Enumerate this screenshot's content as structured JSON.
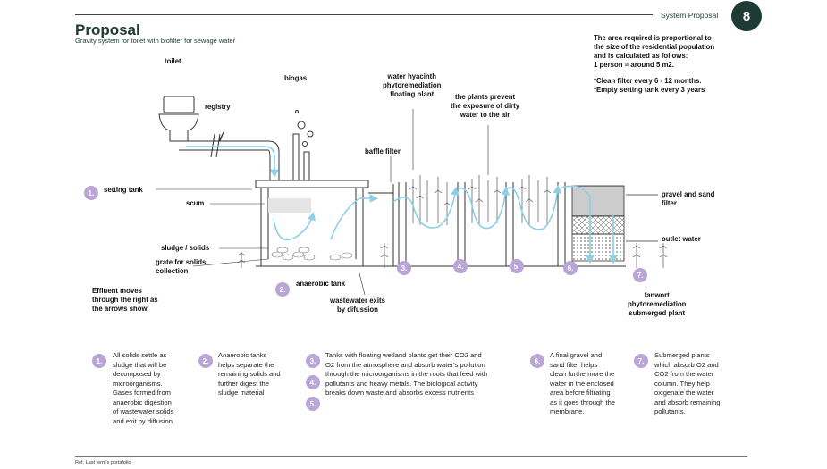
{
  "header": {
    "title": "Proposal",
    "subtitle": "Gravity system for toilet with biofilter for sewage water",
    "section": "System Proposal",
    "page": "8"
  },
  "area_note": {
    "line1": "The area required is proportional to",
    "line2": "the size of the residential population",
    "line3": "and is calculated as follows:",
    "line4": "1 person = around 5 m2.",
    "line5": "*Clean filter every 6 - 12 months.",
    "line6": "*Empty setting tank every 3 years"
  },
  "labels": {
    "toilet": "toilet",
    "registry": "registry",
    "biogas": "biogas",
    "hyacinth_1": "water hyacinth",
    "hyacinth_2": "phytoremediation",
    "hyacinth_3": "floating plant",
    "prevent_1": "the plants prevent",
    "prevent_2": "the exposure of dirty",
    "prevent_3": "water to the air",
    "baffle": "baffle filter",
    "setting_tank": "setting tank",
    "scum": "scum",
    "sludge": "sludge / solids",
    "grate_1": "grate for solids",
    "grate_2": "collection",
    "anaerobic": "anaerobic tank",
    "effluent_1": "Effluent moves",
    "effluent_2": "through the right as",
    "effluent_3": "the arrows show",
    "exits_1": "wastewater exits",
    "exits_2": "by difussion",
    "gravel_1": "gravel and sand",
    "gravel_2": "filter",
    "outlet": "outlet water",
    "fanwort_1": "fanwort",
    "fanwort_2": "phytoremediation",
    "fanwort_3": "submerged plant"
  },
  "markers": [
    "1.",
    "2.",
    "3.",
    "4.",
    "5.",
    "6.",
    "7."
  ],
  "descriptions": {
    "d1": [
      "All solids settle as",
      "sludge that will be",
      "decomposed by",
      "microorganisms.",
      "Gases formed from",
      "anaerobic digestion",
      "of wastewater solids",
      "and exit by diffusion"
    ],
    "d2": [
      "Anaerobic tanks",
      "helps separate the",
      "remaining solids and",
      "further digest the",
      "sludge material"
    ],
    "d3": [
      "Tanks with floating wetland plants get their CO2 and",
      "O2 from the atmosphere and absorb water's pollution",
      "through the microorganisms in the roots that feed with",
      "pollutants and heavy metals. The biological activity",
      "breaks down waste and absorbs excess nutrients"
    ],
    "d6": [
      "A final gravel and",
      "sand filter helps",
      "clean furthermore the",
      "water in the enclosed",
      "area before filtrating",
      "as it goes through the",
      "membrane."
    ],
    "d7": [
      "Submerged plants",
      "which absorb O2 and",
      "CO2 from the water",
      "column. They help",
      "oxigenate the water",
      "and absorb remaining",
      "pollutants."
    ]
  },
  "footer": {
    "ref": "Ref. Last term's portafolio"
  },
  "colors": {
    "accent": "#1d3a33",
    "marker": "#b9a5d6",
    "flow": "#8ccfe6"
  }
}
